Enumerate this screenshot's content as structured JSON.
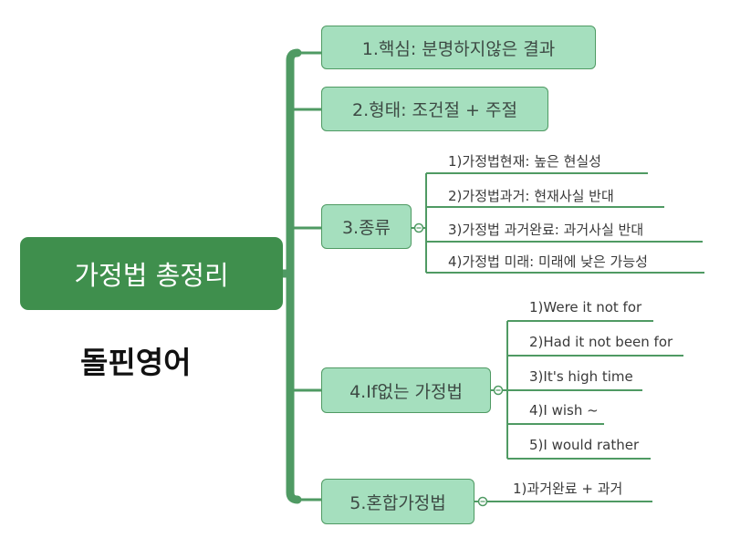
{
  "root": {
    "label": "가정법 총정리"
  },
  "brand": {
    "label": "돌핀영어"
  },
  "branches": [
    {
      "label": "1.핵심: 분명하지않은 결과",
      "children": []
    },
    {
      "label": "2.형태: 조건절 + 주절",
      "children": []
    },
    {
      "label": "3.종류",
      "children": [
        "1)가정법현재: 높은 현실성",
        "2)가정법과거: 현재사실 반대",
        "3)가정법 과거완료: 과거사실 반대",
        "4)가정법 미래: 미래에 낮은 가능성"
      ]
    },
    {
      "label": "4.If없는 가정법",
      "children": [
        "1)Were it not for",
        "2)Had it not been for",
        "3)It's high time",
        "4)I wish ~",
        "5)I would rather"
      ]
    },
    {
      "label": "5.혼합가정법",
      "children": [
        "1)과거완료 + 과거"
      ]
    }
  ],
  "colors": {
    "root_fill": "#3f8f4d",
    "connector": "#4f9a63",
    "branch_fill": "#a5dfbe",
    "branch_border": "#4f9a63"
  }
}
